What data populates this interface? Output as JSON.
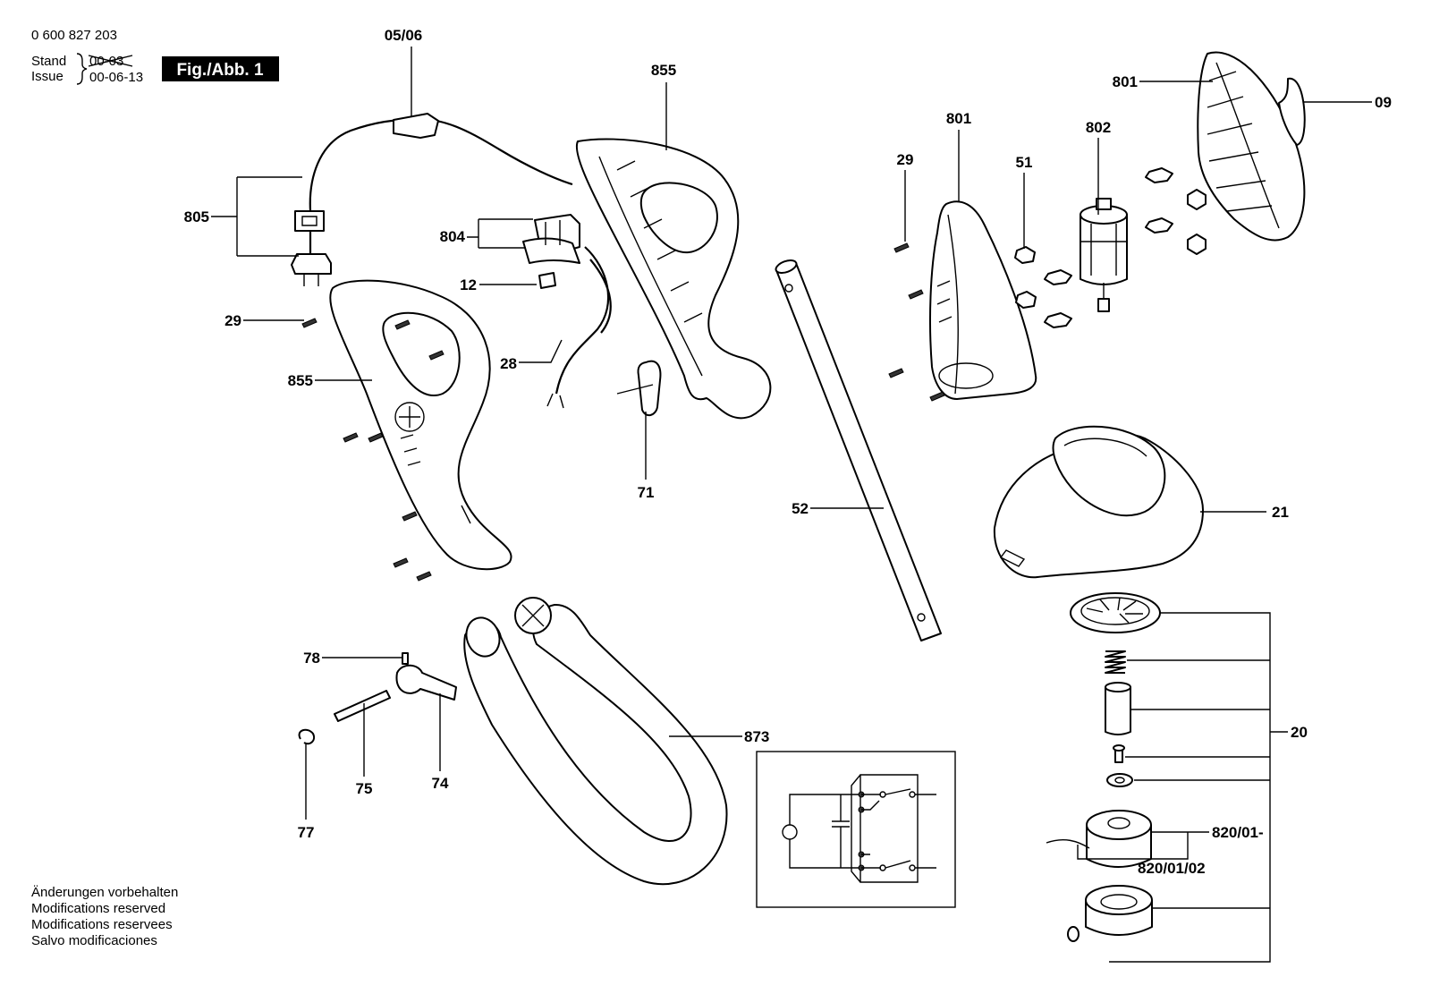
{
  "header": {
    "part_number": "0 600 827 203",
    "stand_label": "Stand",
    "issue_label": "Issue",
    "stand_date": "00-03",
    "issue_date": "00-06-13",
    "figure_label": "Fig./Abb. 1"
  },
  "callouts": {
    "c0506": "05/06",
    "c855a": "855",
    "c805": "805",
    "c804": "804",
    "c12": "12",
    "c29a": "29",
    "c855b": "855",
    "c28": "28",
    "c71": "71",
    "c801a": "801",
    "c801b": "801",
    "c802": "802",
    "c29b": "29",
    "c51": "51",
    "c09": "09",
    "c52": "52",
    "c21": "21",
    "c20": "20",
    "c78": "78",
    "c75": "75",
    "c74": "74",
    "c77": "77",
    "c873": "873",
    "c82001": "820/01-",
    "c8200102": "820/01/02"
  },
  "footer": {
    "line1": "Änderungen vorbehalten",
    "line2": "Modifications reserved",
    "line3": "Modifications reservees",
    "line4": "Salvo modificaciones"
  }
}
